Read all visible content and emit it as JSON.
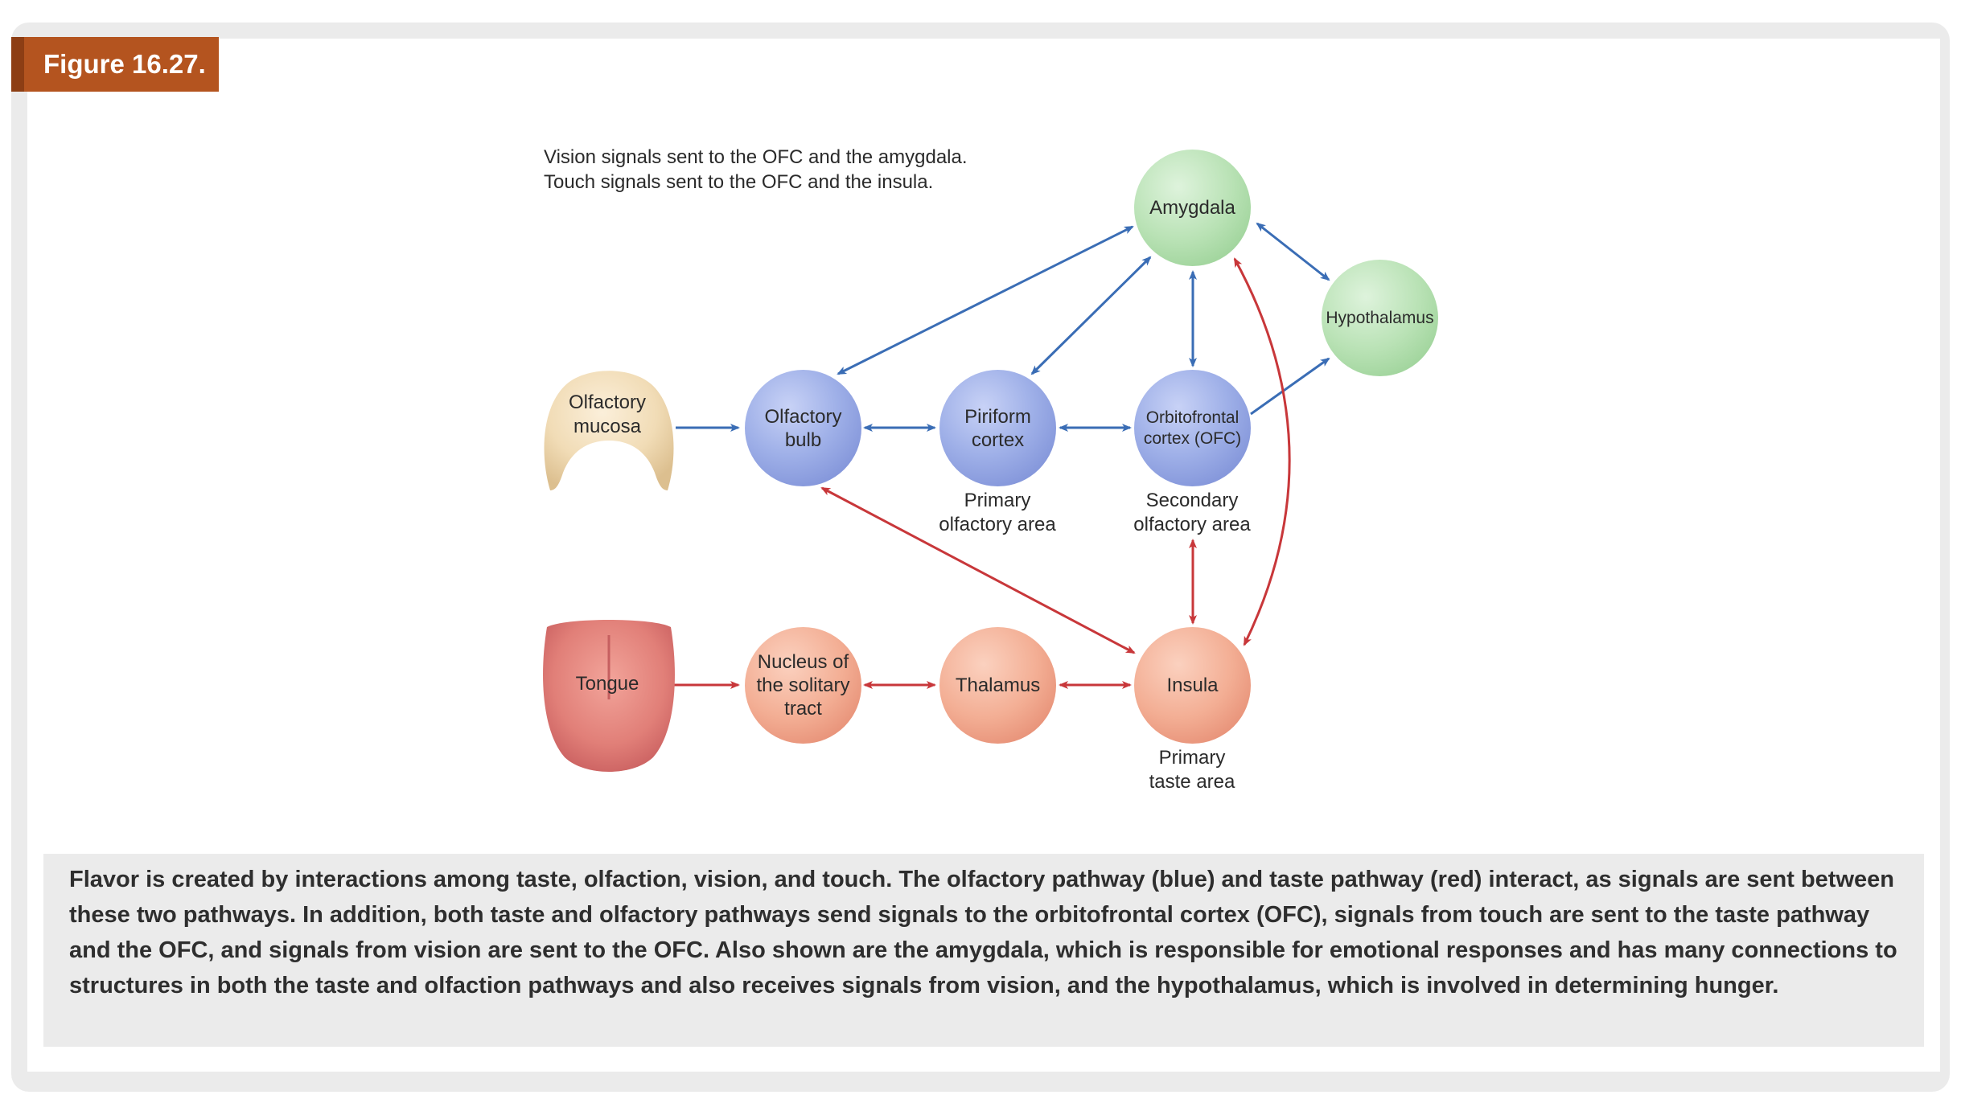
{
  "figure": {
    "label": "Figure 16.27."
  },
  "note": {
    "line1": "Vision signals sent to the OFC and the amygdala.",
    "line2": "Touch signals sent to the OFC and the insula."
  },
  "nodes": {
    "olfactory_mucosa": {
      "line1": "Olfactory",
      "line2": "mucosa"
    },
    "olfactory_bulb": {
      "line1": "Olfactory",
      "line2": "bulb"
    },
    "piriform_cortex": {
      "line1": "Piriform",
      "line2": "cortex"
    },
    "ofc": {
      "line1": "Orbitofrontal",
      "line2": "cortex (OFC)"
    },
    "amygdala": {
      "label": "Amygdala"
    },
    "hypothalamus": {
      "label": "Hypothalamus"
    },
    "tongue": {
      "label": "Tongue"
    },
    "nucleus": {
      "line1": "Nucleus of",
      "line2": "the solitary",
      "line3": "tract"
    },
    "thalamus": {
      "label": "Thalamus"
    },
    "insula": {
      "label": "Insula"
    }
  },
  "area_labels": {
    "primary_olfactory": {
      "line1": "Primary",
      "line2": "olfactory area"
    },
    "secondary_olfactory": {
      "line1": "Secondary",
      "line2": "olfactory area"
    },
    "primary_taste": {
      "line1": "Primary",
      "line2": "taste area"
    }
  },
  "colors": {
    "olfactory_pathway": "#3a6db5",
    "taste_pathway": "#c8373a",
    "figure_label_bg": "#b4541f"
  },
  "caption": {
    "text": "Flavor is created by interactions among taste, olfaction, vision, and touch. The olfactory pathway (blue) and taste pathway (red) interact, as signals are sent between these two pathways. In addition, both taste and olfactory pathways send signals to the orbitofrontal cortex (OFC), signals from touch are sent to the taste pathway and the OFC, and signals from vision are sent to the OFC. Also shown are the amygdala, which is responsible for emotional responses and has many connections to structures in both the taste and olfaction pathways and also receives signals from vision, and the hypothalamus, which is involved in determining hunger."
  }
}
